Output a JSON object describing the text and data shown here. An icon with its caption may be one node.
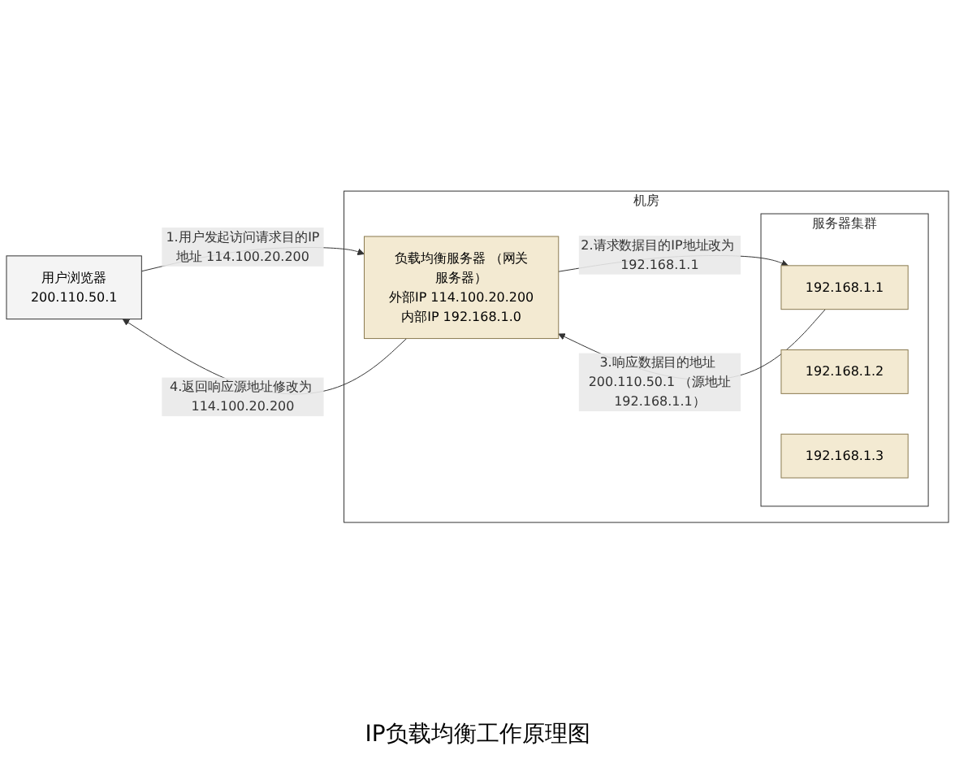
{
  "diagram": {
    "caption": "IP负载均衡工作原理图",
    "nodes": [
      {
        "text": [
          "用户浏览器",
          "200.110.50.1"
        ]
      },
      {
        "text": [
          "机房"
        ]
      },
      {
        "text": [
          "负载均衡服务器 （网关服务器）",
          "外部IP 114.100.20.200",
          "内部IP 192.168.1.0"
        ],
        "in": 1
      },
      {
        "text": [
          "服务器集群"
        ],
        "in": 1
      },
      {
        "text": [
          "192.168.1.1"
        ],
        "in": 3
      },
      {
        "text": [
          "192.168.1.2"
        ],
        "in": 3
      },
      {
        "text": [
          "192.168.1.3"
        ],
        "in": 3
      }
    ],
    "edges": [
      {
        "from": 0,
        "to": 2,
        "arrow": "to",
        "label": "1.用户发起访问请求目的IP地址 114.100.20.200"
      },
      {
        "from": 2,
        "to": 4,
        "arrow": "to",
        "label": "2.请求数据目的IP地址改为 192.168.1.1"
      },
      {
        "from": 4,
        "to": 2,
        "arrow": "to",
        "label": "3.响应数据目的地址 200.110.50.1 （源地址192.168.1.1）"
      },
      {
        "from": 2,
        "to": 0,
        "arrow": "to",
        "label": "4.返回响应源地址修改为 114.100.20.200"
      }
    ]
  }
}
